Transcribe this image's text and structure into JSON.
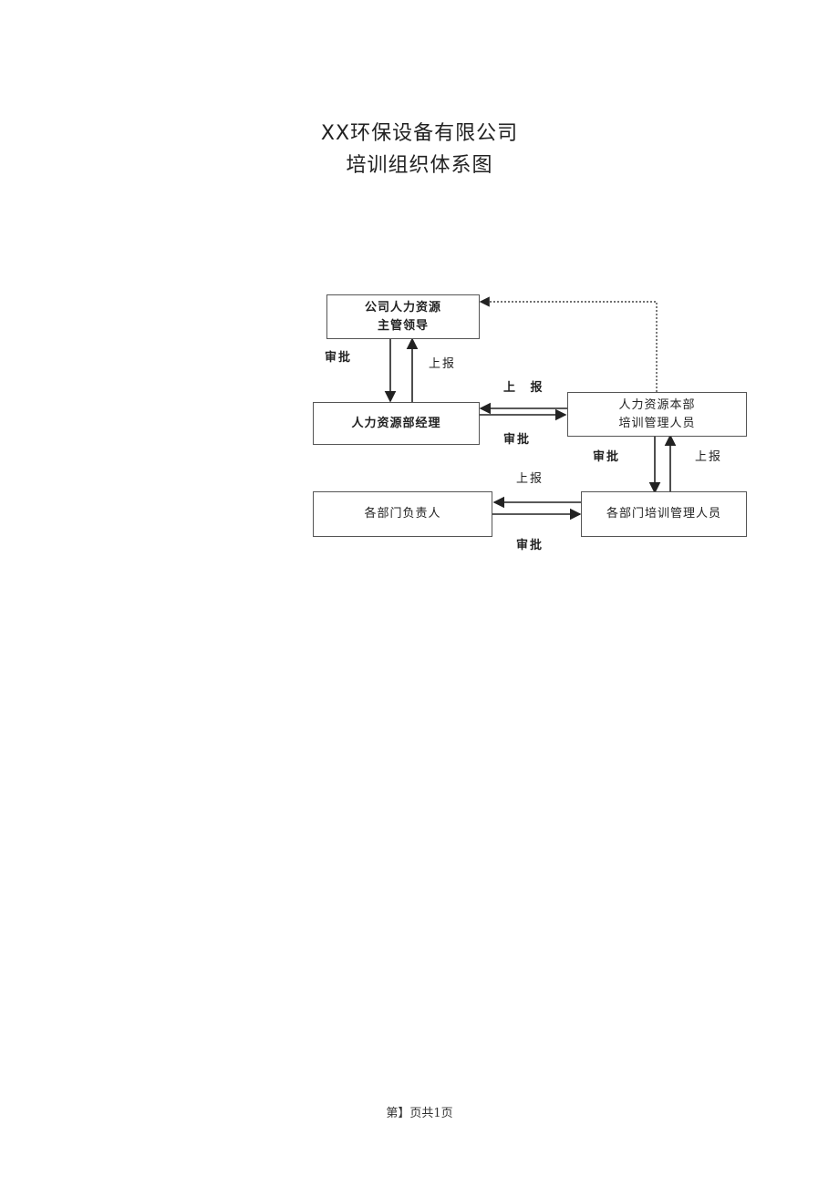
{
  "document": {
    "title_line1": "XX环保设备有限公司",
    "title_line2": "培训组织体系图",
    "footer": "第】页共1页"
  },
  "diagram": {
    "nodes": {
      "hr_leader": {
        "line1": "公司人力资源",
        "line2": "主管领导"
      },
      "hr_manager": {
        "line1": "人力资源部经理"
      },
      "hr_training_staff": {
        "line1": "人力资源本部",
        "line2": "培训管理人员"
      },
      "dept_head": {
        "line1": "各部门负责人"
      },
      "dept_training_staff": {
        "line1": "各部门培训管理人员"
      }
    },
    "labels": {
      "approve_leader_to_mgr": "审批",
      "report_mgr_to_leader": "上报",
      "report_staff_to_mgr": "上 报",
      "approve_mgr_to_staff": "审批",
      "approve_staff_to_dept": "审批",
      "report_dept_to_staff": "上报",
      "report_depttrain_to_head": "上报",
      "approve_head_to_depttrain": "审批"
    },
    "edges": [
      {
        "from": "hr_leader",
        "to": "hr_manager",
        "label": "审批",
        "style": "solid"
      },
      {
        "from": "hr_manager",
        "to": "hr_leader",
        "label": "上报",
        "style": "solid"
      },
      {
        "from": "hr_training_staff",
        "to": "hr_manager",
        "label": "上 报",
        "style": "solid"
      },
      {
        "from": "hr_manager",
        "to": "hr_training_staff",
        "label": "审批",
        "style": "solid"
      },
      {
        "from": "hr_training_staff",
        "to": "hr_leader",
        "label": "",
        "style": "dotted"
      },
      {
        "from": "hr_training_staff",
        "to": "dept_training_staff",
        "label": "审批",
        "style": "solid"
      },
      {
        "from": "dept_training_staff",
        "to": "hr_training_staff",
        "label": "上报",
        "style": "solid"
      },
      {
        "from": "dept_training_staff",
        "to": "dept_head",
        "label": "上报",
        "style": "solid"
      },
      {
        "from": "dept_head",
        "to": "dept_training_staff",
        "label": "审批",
        "style": "solid"
      }
    ]
  }
}
